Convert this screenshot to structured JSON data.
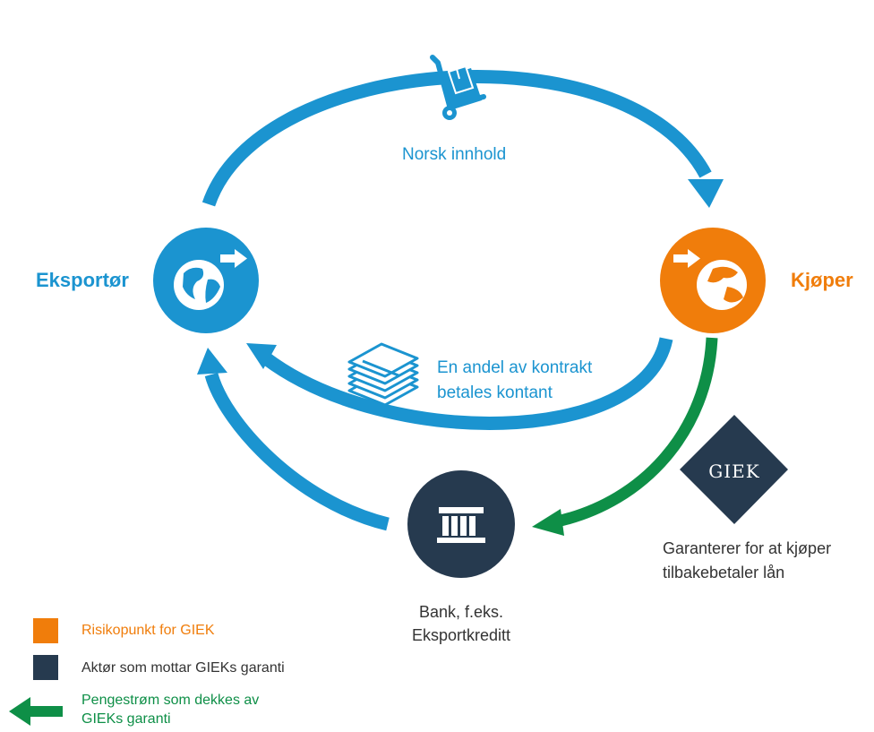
{
  "colors": {
    "blue": "#1b94d0",
    "orange": "#f07d0b",
    "navy": "#263a4f",
    "green": "#0e8f47",
    "text_dark": "#333333"
  },
  "nodes": {
    "exporter": {
      "label": "Eksportør",
      "icon": "globe-arrow-out-icon"
    },
    "buyer": {
      "label": "Kjøper",
      "icon": "globe-arrow-in-icon"
    },
    "bank": {
      "label_line1": "Bank, f.eks.",
      "label_line2": "Eksportkreditt",
      "icon": "bank-building-icon"
    },
    "giek": {
      "logo_text": "GIEK",
      "label_line1": "Garanterer for at kjøper",
      "label_line2": "tilbakebetaler lån"
    }
  },
  "flows": {
    "goods": {
      "label": "Norsk innhold",
      "icon": "hand-truck-box-icon"
    },
    "cash": {
      "label_line1": "En andel av kontrakt",
      "label_line2": "betales kontant",
      "icon": "money-stack-icon"
    }
  },
  "legend": {
    "risk": "Risikopunkt for GIEK",
    "actor": "Aktør som mottar GIEKs garanti",
    "money_line1": "Pengestrøm som dekkes av",
    "money_line2": "GIEKs garanti"
  }
}
